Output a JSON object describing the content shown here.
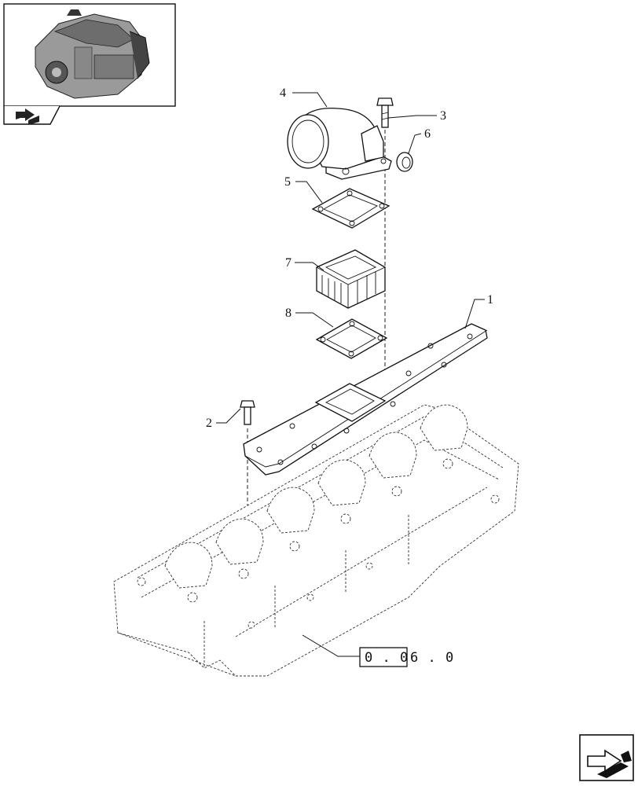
{
  "thumbnail": {
    "icon": "engine-thumbnail-icon",
    "nav_icon": "previous-page-arrow-icon"
  },
  "callouts": {
    "c1": "1",
    "c2": "2",
    "c3": "3",
    "c4": "4",
    "c5": "5",
    "c6": "6",
    "c7": "7",
    "c8": "8"
  },
  "reference": {
    "boxed": "0 . 0",
    "rest": "6 . 0"
  },
  "nav": {
    "icon": "next-page-arrow-icon"
  }
}
